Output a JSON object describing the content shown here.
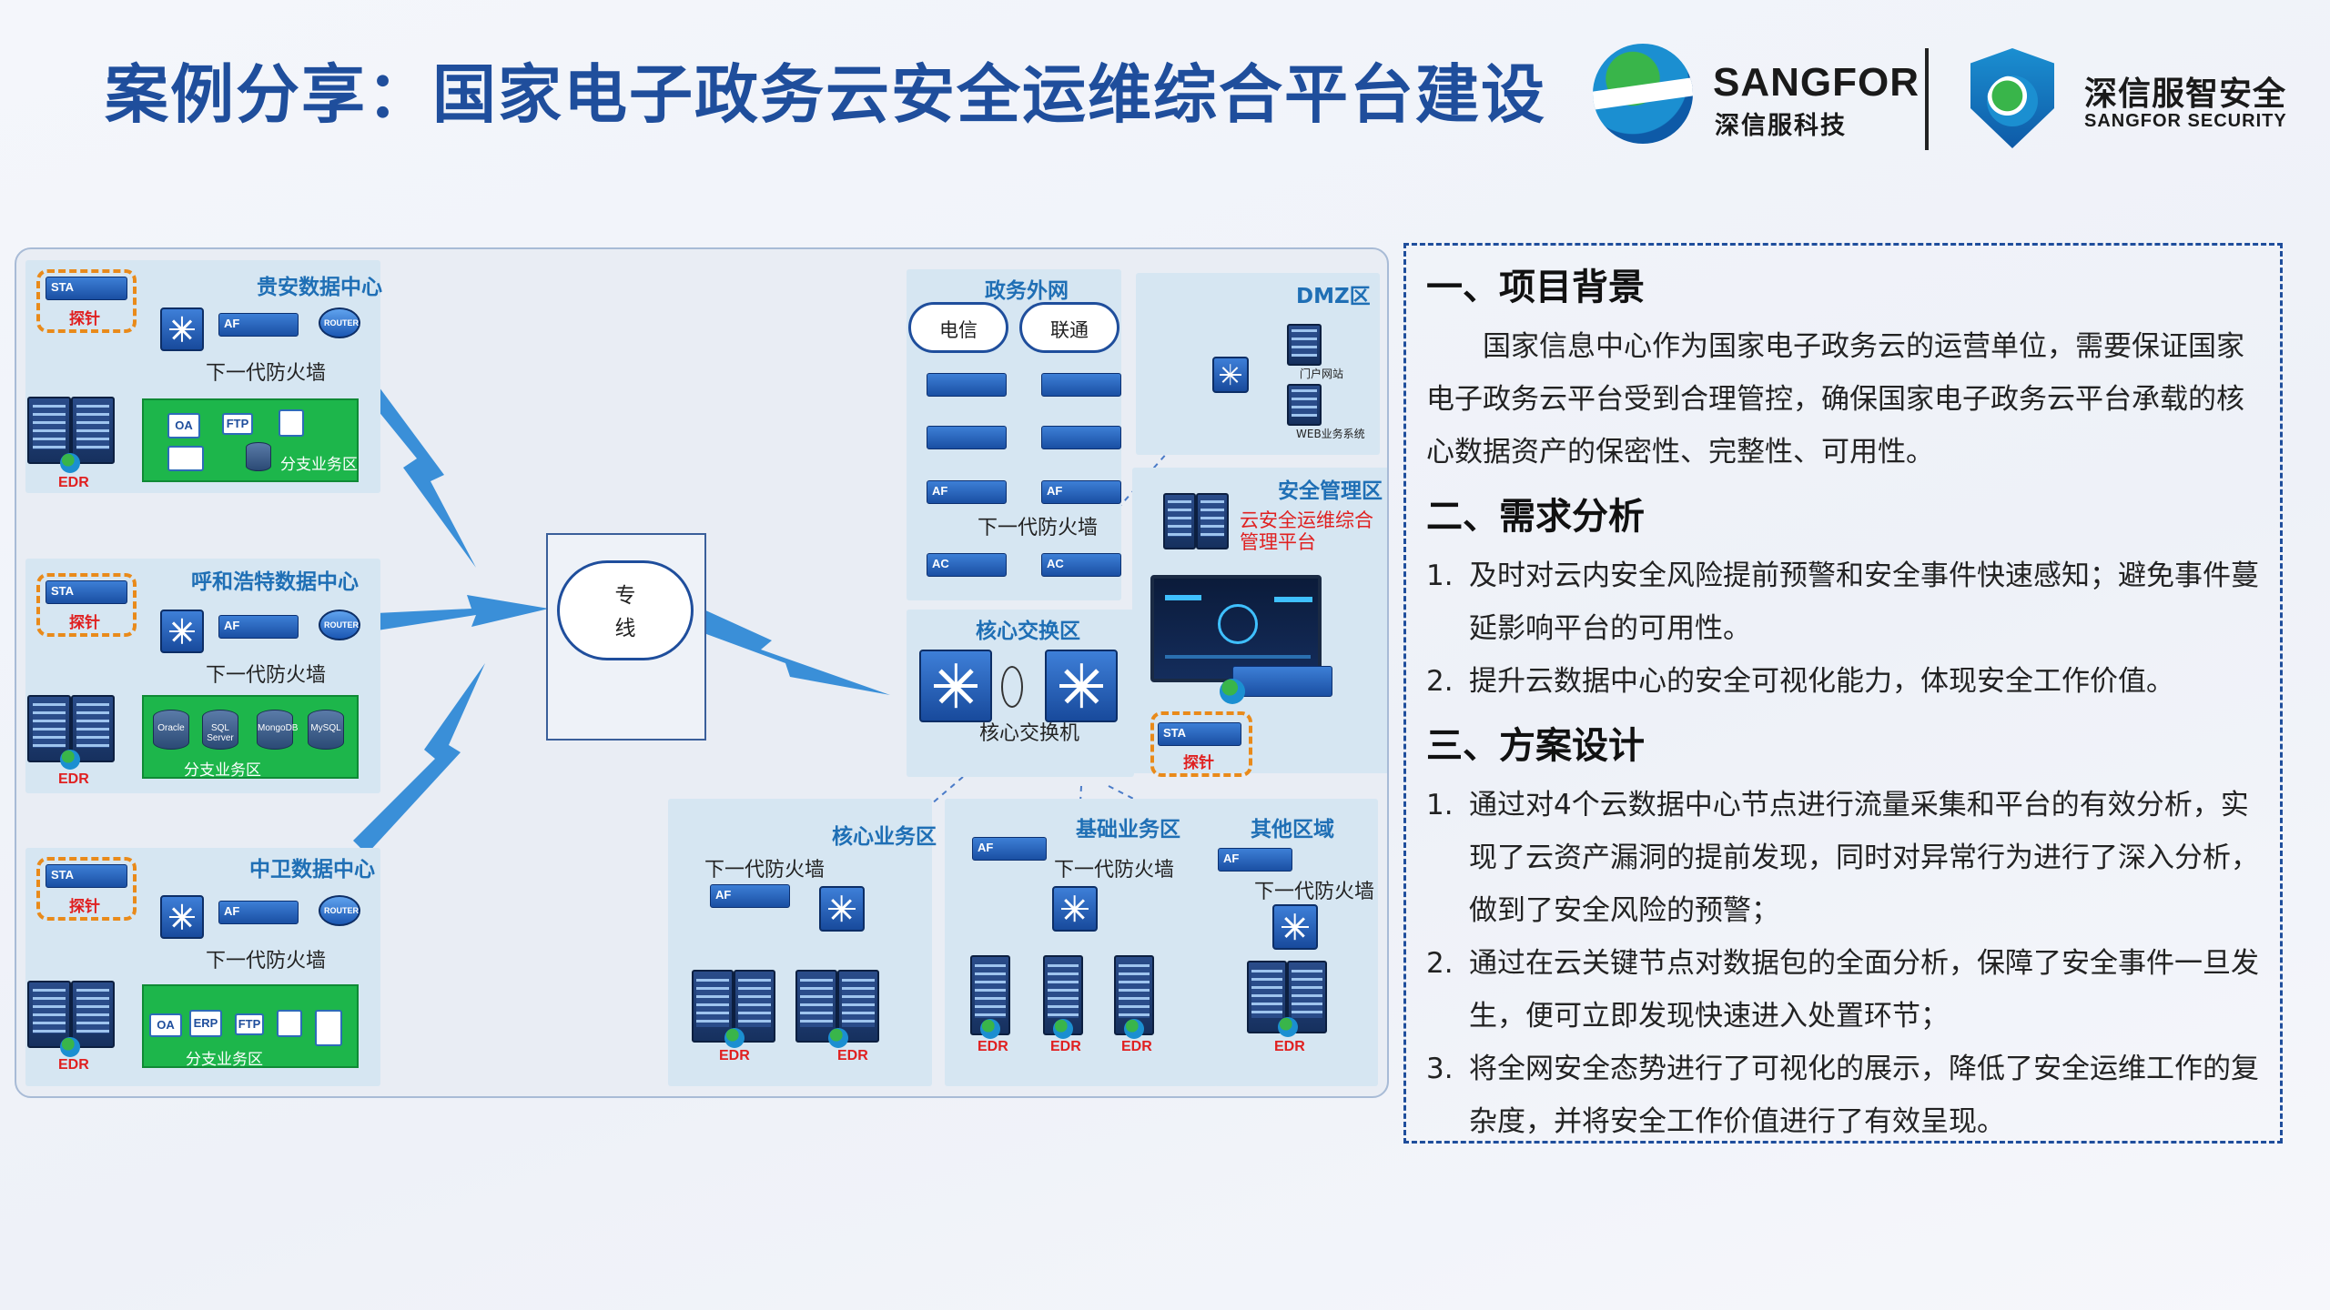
{
  "title": "案例分享：国家电子政务云安全运维综合平台建设",
  "logos": {
    "sangfor_en": "SANGFOR",
    "sangfor_cn": "深信服科技",
    "security_cn": "深信服智安全",
    "security_en": "SANGFOR SECURITY"
  },
  "diagram": {
    "dc1": {
      "title": "贵安数据中心",
      "firewall": "下一代防火墙",
      "zone": "分支业务区",
      "edr": "EDR",
      "probe": "探针",
      "sta": "STA",
      "af": "AF",
      "router": "ROUTER",
      "icons": [
        "OA",
        "FTP"
      ]
    },
    "dc2": {
      "title": "呼和浩特数据中心",
      "firewall": "下一代防火墙",
      "zone": "分支业务区",
      "edr": "EDR",
      "probe": "探针",
      "sta": "STA",
      "af": "AF",
      "router": "ROUTER",
      "dbs": [
        "Oracle",
        "SQL Server",
        "MongoDB",
        "MySQL"
      ]
    },
    "dc3": {
      "title": "中卫数据中心",
      "firewall": "下一代防火墙",
      "zone": "分支业务区",
      "edr": "EDR",
      "probe": "探针",
      "sta": "STA",
      "af": "AF",
      "router": "ROUTER",
      "icons": [
        "OA",
        "ERP",
        "FTP"
      ]
    },
    "leased_line": "专线",
    "extranet": {
      "title": "政务外网",
      "telecom": "电信",
      "unicom": "联通",
      "firewall": "下一代防火墙",
      "af": "AF",
      "ac": "AC"
    },
    "dmz": {
      "title": "DMZ区",
      "portal": "门户网站",
      "web": "WEB业务系统"
    },
    "security_mgmt": {
      "title": "安全管理区",
      "platform": "云安全运维综合管理平台"
    },
    "core_switch": {
      "title": "核心交换区",
      "device": "核心交换机",
      "probe": "探针",
      "sta": "STA"
    },
    "core_business": {
      "title": "核心业务区",
      "firewall": "下一代防火墙",
      "af": "AF",
      "edr": "EDR"
    },
    "base_business": {
      "title": "基础业务区",
      "firewall": "下一代防火墙",
      "af": "AF",
      "edr": "EDR"
    },
    "other": {
      "title": "其他区域",
      "firewall": "下一代防火墙",
      "af": "AF",
      "edr": "EDR"
    }
  },
  "panel": {
    "s1_title": "一、项目背景",
    "s1_body": "国家信息中心作为国家电子政务云的运营单位，需要保证国家电子政务云平台受到合理管控，确保国家电子政务云平台承载的核心数据资产的保密性、完整性、可用性。",
    "s2_title": "二、需求分析",
    "s2_items": [
      {
        "num": "1.",
        "text": "及时对云内安全风险提前预警和安全事件快速感知；避免事件蔓延影响平台的可用性。"
      },
      {
        "num": "2.",
        "text": "提升云数据中心的安全可视化能力，体现安全工作价值。"
      }
    ],
    "s3_title": "三、方案设计",
    "s3_items": [
      {
        "num": "1.",
        "text": "通过对4个云数据中心节点进行流量采集和平台的有效分析，实现了云资产漏洞的提前发现，同时对异常行为进行了深入分析，做到了安全风险的预警；"
      },
      {
        "num": "2.",
        "text": "通过在云关键节点对数据包的全面分析，保障了安全事件一旦发生，便可立即发现快速进入处置环节；"
      },
      {
        "num": "3.",
        "text": "将全网安全态势进行了可视化的展示，降低了安全运维工作的复杂度，并将安全工作价值进行了有效呈现。"
      }
    ]
  }
}
